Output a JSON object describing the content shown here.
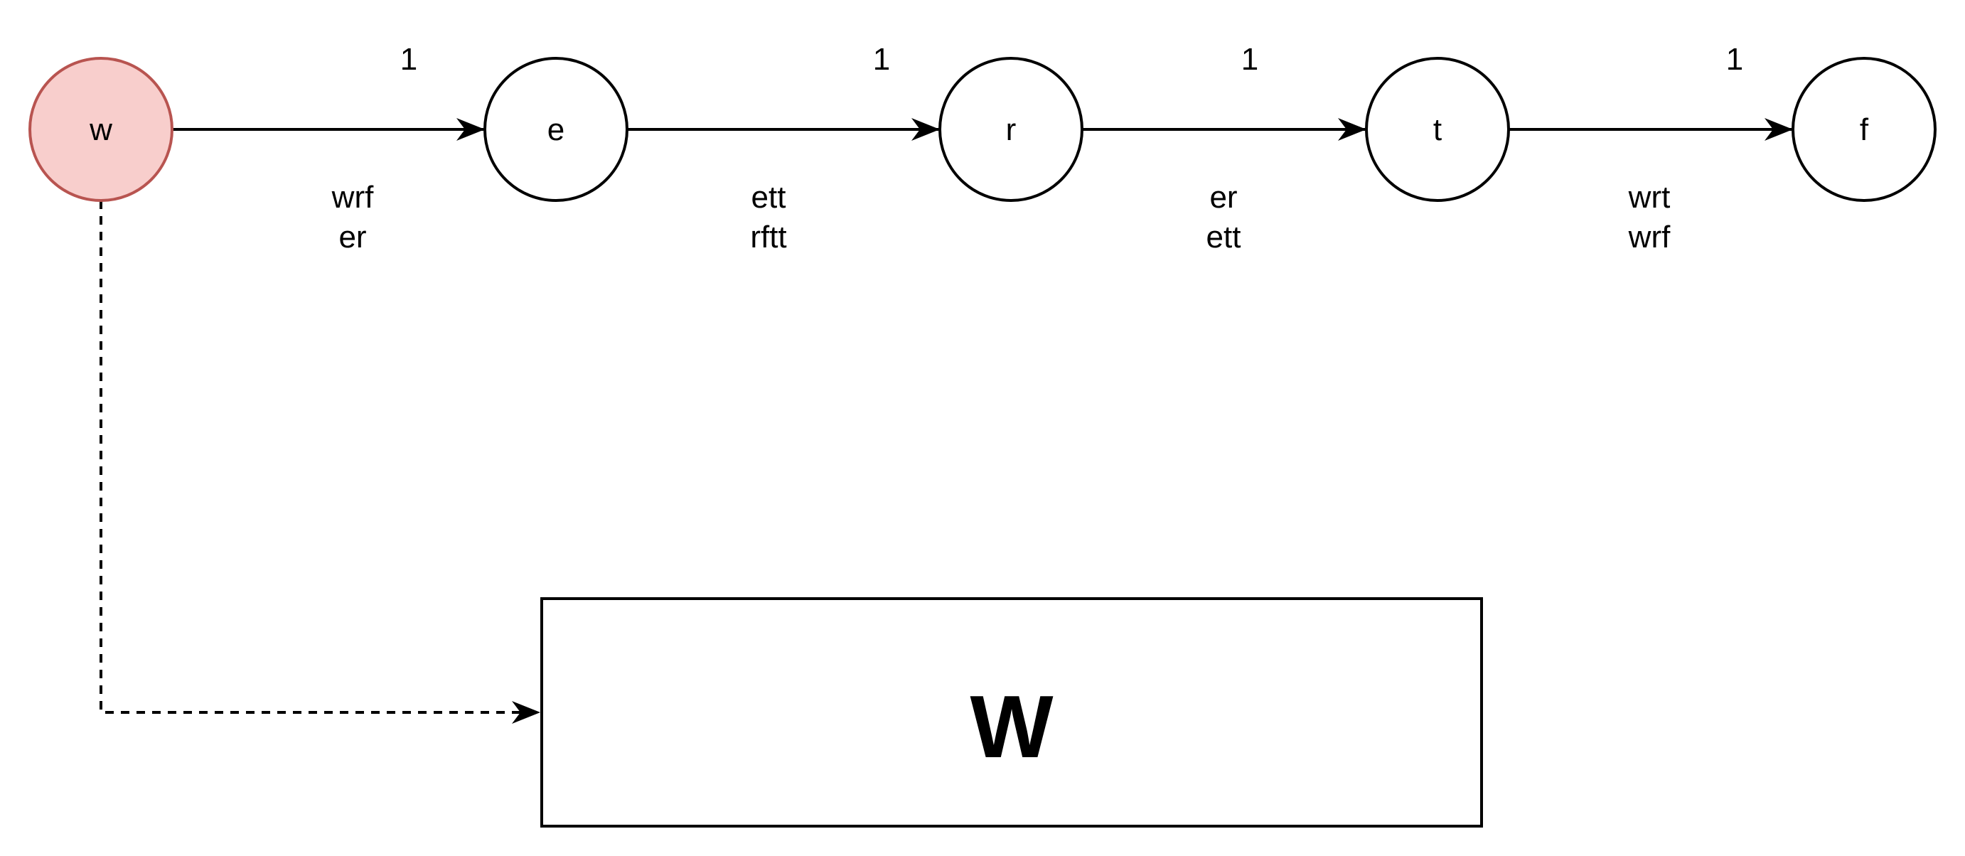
{
  "colors": {
    "stroke": "#000000",
    "node_fill": "#ffffff",
    "start_fill": "#f8cecc",
    "start_stroke": "#b85450"
  },
  "nodes": [
    {
      "id": "w",
      "label": "w"
    },
    {
      "id": "e",
      "label": "e"
    },
    {
      "id": "r",
      "label": "r"
    },
    {
      "id": "t",
      "label": "t"
    },
    {
      "id": "f",
      "label": "f"
    }
  ],
  "edges": [
    {
      "from": "w",
      "to": "e",
      "weight": "1",
      "label_lines": [
        "wrf",
        "er"
      ]
    },
    {
      "from": "e",
      "to": "r",
      "weight": "1",
      "label_lines": [
        "ett",
        "rftt"
      ]
    },
    {
      "from": "r",
      "to": "t",
      "weight": "1",
      "label_lines": [
        "er",
        "ett"
      ]
    },
    {
      "from": "t",
      "to": "f",
      "weight": "1",
      "label_lines": [
        "wrt",
        "wrf"
      ]
    }
  ],
  "output_box": {
    "label": "W"
  }
}
